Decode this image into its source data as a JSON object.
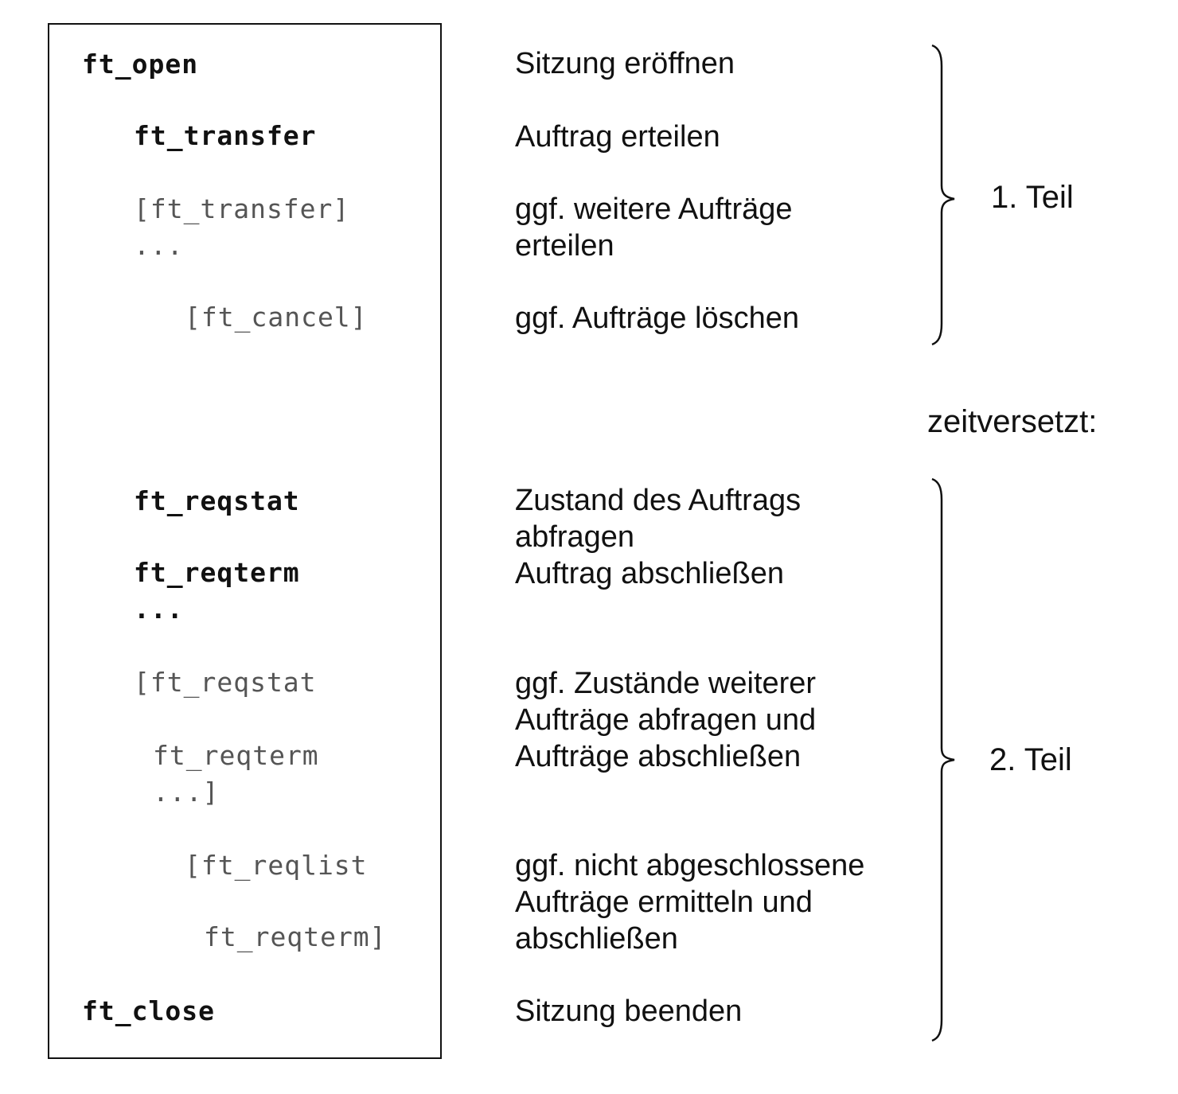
{
  "diagram": {
    "calls": [
      {
        "id": "ft_open",
        "text": "ft_open",
        "style": "bold"
      },
      {
        "id": "ft_transfer",
        "text": "ft_transfer",
        "style": "bold"
      },
      {
        "id": "ft_transfer_opt",
        "text": "[ft_transfer]\n...",
        "style": "optional"
      },
      {
        "id": "ft_cancel_opt",
        "text": "[ft_cancel]",
        "style": "optional"
      },
      {
        "id": "ft_reqstat",
        "text": "ft_reqstat",
        "style": "bold"
      },
      {
        "id": "ft_reqterm",
        "text": "ft_reqterm\n...",
        "style": "bold"
      },
      {
        "id": "ft_reqstat_opt",
        "text": "[ft_reqstat",
        "style": "optional"
      },
      {
        "id": "ft_reqterm_opt",
        "text": "ft_reqterm\n...]",
        "style": "optional"
      },
      {
        "id": "ft_reqlist_opt",
        "text": "[ft_reqlist",
        "style": "optional"
      },
      {
        "id": "ft_reqterm_opt2",
        "text": "ft_reqterm]",
        "style": "optional"
      },
      {
        "id": "ft_close",
        "text": "ft_close",
        "style": "bold"
      }
    ],
    "descriptions": [
      "Sitzung eröffnen",
      "Auftrag erteilen",
      "ggf. weitere Aufträge\nerteilen",
      "ggf. Aufträge löschen",
      "Zustand des Auftrags\nabfragen",
      "Auftrag abschließen",
      "ggf. Zustände weiterer\nAufträge abfragen und\nAufträge abschließen",
      "ggf. nicht abgeschlossene\nAufträge ermitteln und\nabschließen",
      "Sitzung beenden"
    ],
    "groups": [
      {
        "label": "1. Teil"
      },
      {
        "label": "2. Teil"
      }
    ],
    "separator_label": "zeitversetzt:"
  },
  "colors": {
    "text": "#111111",
    "optional_text": "#555555",
    "border": "#111111"
  }
}
